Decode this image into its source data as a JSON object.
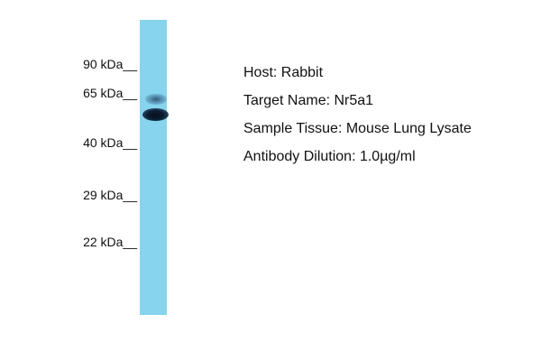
{
  "markers": [
    {
      "label": "90 kDa__"
    },
    {
      "label": "65 kDa__"
    },
    {
      "label": "40 kDa__"
    },
    {
      "label": "29 kDa__"
    },
    {
      "label": "22 kDa__"
    }
  ],
  "info": {
    "host": "Host: Rabbit",
    "target": "Target Name: Nr5a1",
    "tissue": "Sample Tissue: Mouse Lung Lysate",
    "dilution": "Antibody Dilution: 1.0µg/ml"
  },
  "colors": {
    "lane": "#86d4ee",
    "band": "#0b1e33",
    "text": "#111111"
  }
}
